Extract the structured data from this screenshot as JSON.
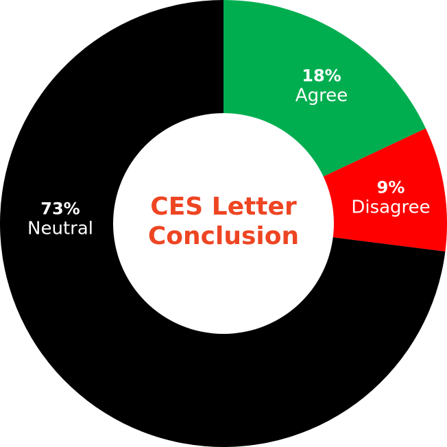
{
  "chart_data": {
    "type": "pie",
    "subtype": "donut",
    "title": "CES Letter Conclusion",
    "categories": [
      "Agree",
      "Disagree",
      "Neutral"
    ],
    "values": [
      18,
      9,
      73
    ],
    "unit": "%",
    "colors": [
      "#00ae50",
      "#ff0000",
      "#000000"
    ],
    "start_angle": "top",
    "direction": "clockwise",
    "legend": "none (labels on slices)"
  },
  "center": {
    "line1": "CES Letter",
    "line2": "Conclusion",
    "color": "#ee4523"
  },
  "labels": [
    {
      "pct": "18%",
      "name": "Agree"
    },
    {
      "pct": "9%",
      "name": "Disagree"
    },
    {
      "pct": "73%",
      "name": "Neutral"
    }
  ]
}
